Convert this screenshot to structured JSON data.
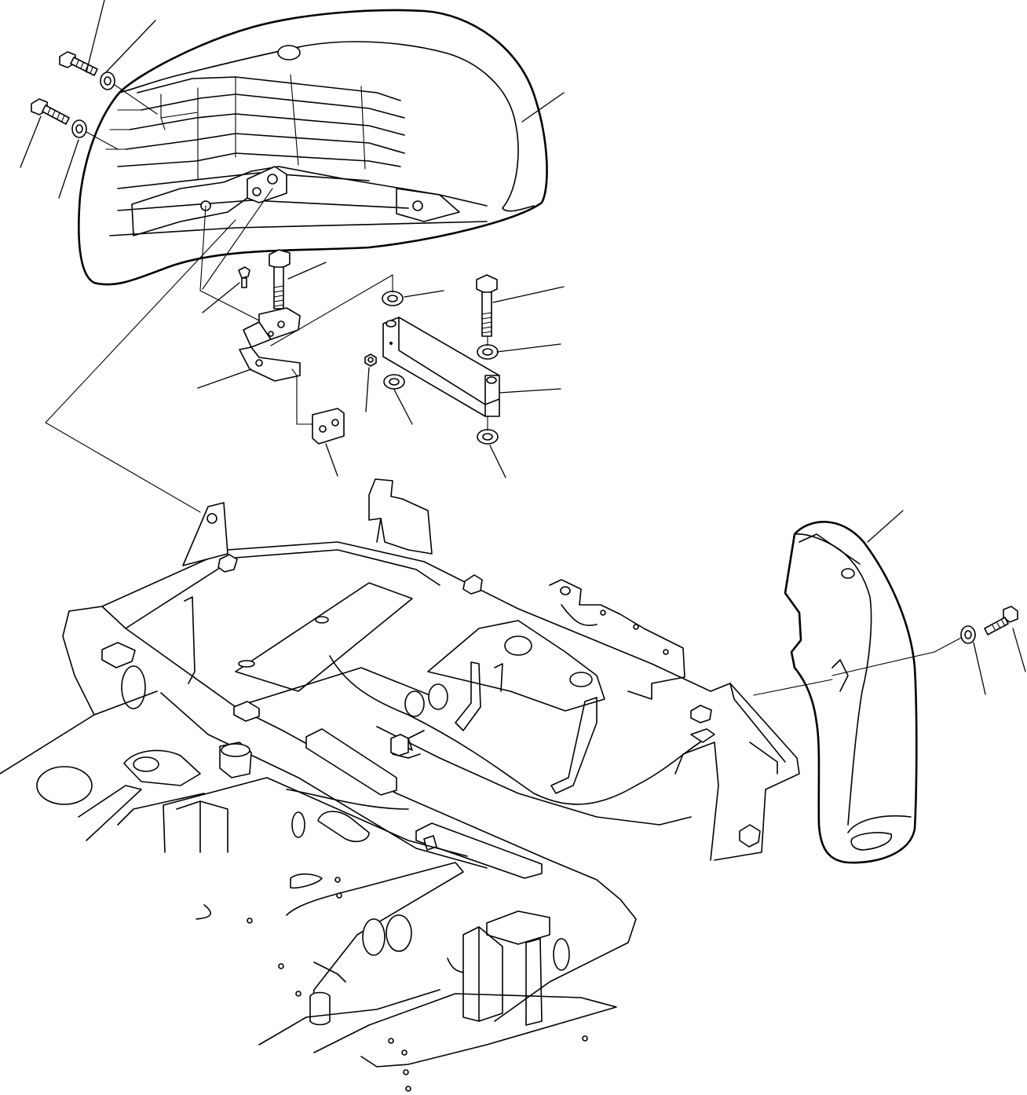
{
  "diagram": {
    "parts": [
      "rear-counterweight-cover",
      "right-side-cover",
      "cover-mounting-bracket",
      "support-bar",
      "bracket-plate",
      "hex-bolt",
      "washer",
      "machine-revolving-frame"
    ],
    "callouts": []
  }
}
